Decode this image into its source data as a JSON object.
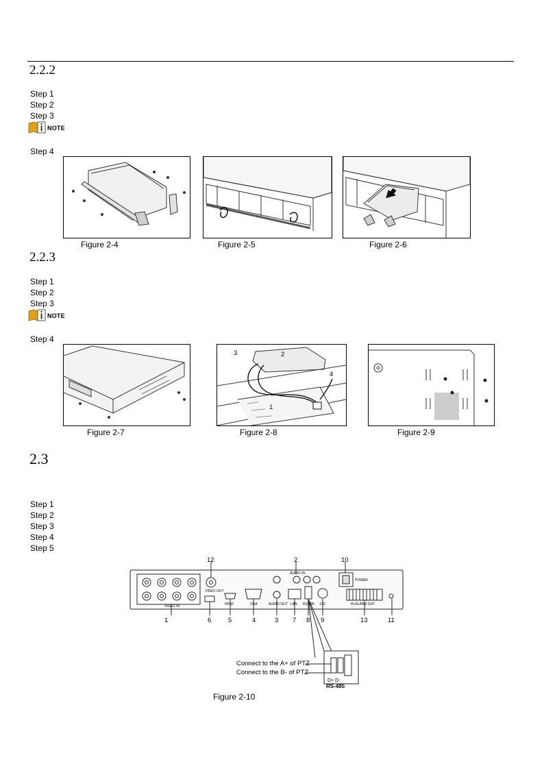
{
  "sections": {
    "s222": {
      "number": "2.2.2"
    },
    "s223": {
      "number": "2.2.3"
    },
    "s23": {
      "number": "2.3"
    }
  },
  "steps": [
    "Step 1",
    "Step 2",
    "Step 3",
    "Step 4",
    "Step 5"
  ],
  "note_label": "NOTE",
  "figures": {
    "f4": "Figure 2-4",
    "f5": "Figure 2-5",
    "f6": "Figure 2-6",
    "f7": "Figure 2-7",
    "f8": "Figure 2-8",
    "f9": "Figure 2-9",
    "f10": "Figure 2-10"
  },
  "fig8_callouts": [
    "1",
    "2",
    "3",
    "4"
  ],
  "panel": {
    "numbers": [
      "1",
      "2",
      "3",
      "4",
      "5",
      "6",
      "7",
      "8",
      "9",
      "10",
      "11",
      "12",
      "13"
    ],
    "port_labels": {
      "video_in": "VIDEO IN",
      "video_out": "VIDEO OUT",
      "audio_in": "AUDIO IN",
      "audio_out": "AUDIO OUT",
      "hdmi": "HDMI",
      "vga": "VGA",
      "lan": "LAN",
      "rs485": "RS-485",
      "power_in": "12V",
      "power": "POWER",
      "alarm": "IN ALARM OUT"
    },
    "callouts": {
      "a_plus": "Connect to the A+ of PTZ",
      "b_minus": "Connect to the B- of PTZ",
      "rs485_label": "RS-485",
      "rs485_pins": "D+ D-"
    }
  }
}
